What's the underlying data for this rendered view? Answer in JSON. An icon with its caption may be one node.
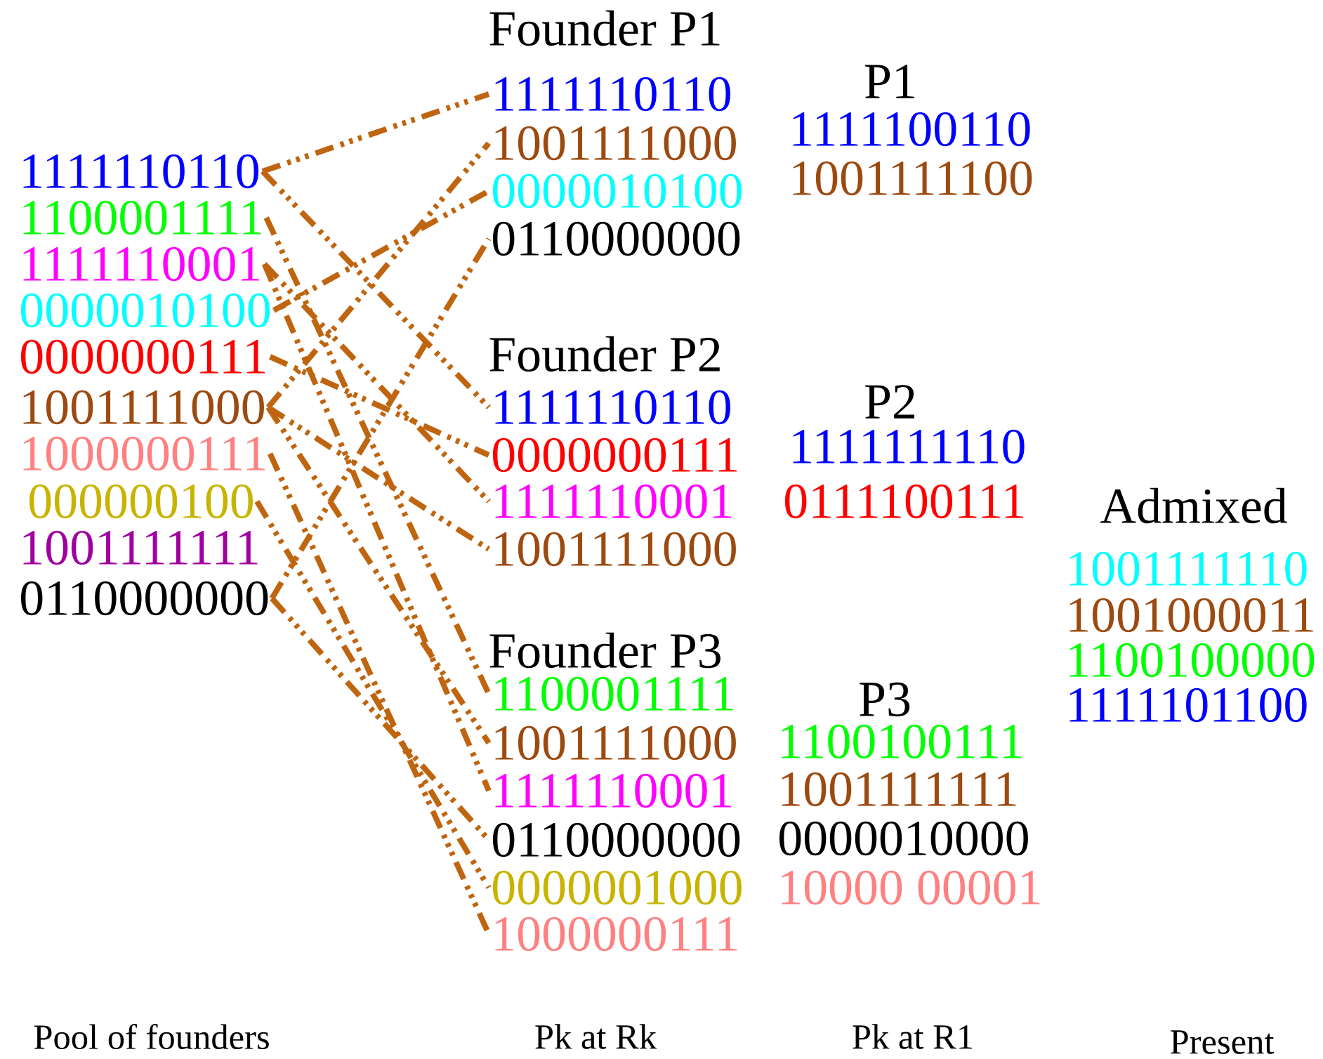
{
  "diagram": {
    "nodes": [
      {
        "text": [
          "1111110110"
        ]
      },
      {
        "text": [
          "1100001111"
        ]
      },
      {
        "text": [
          "1111110001"
        ]
      },
      {
        "text": [
          "0000010100"
        ]
      },
      {
        "text": [
          "0000000111"
        ]
      },
      {
        "text": [
          "1001111000"
        ]
      },
      {
        "text": [
          "1000000111"
        ]
      },
      {
        "text": [
          "000000100"
        ]
      },
      {
        "text": [
          "1001111111"
        ]
      },
      {
        "text": [
          "0110000000"
        ]
      },
      {
        "text": [
          "1111110110"
        ]
      },
      {
        "text": [
          "1001111000"
        ]
      },
      {
        "text": [
          "0000010100"
        ]
      },
      {
        "text": [
          "0110000000"
        ]
      },
      {
        "text": [
          "1111110110"
        ]
      },
      {
        "text": [
          "0000000111"
        ]
      },
      {
        "text": [
          "1111110001"
        ]
      },
      {
        "text": [
          "1001111000"
        ]
      },
      {
        "text": [
          "1100001111"
        ]
      },
      {
        "text": [
          "1001111000"
        ]
      },
      {
        "text": [
          "1111110001"
        ]
      },
      {
        "text": [
          "0110000000"
        ]
      },
      {
        "text": [
          "0000001000"
        ]
      },
      {
        "text": [
          "1000000111"
        ]
      }
    ],
    "edges": [
      {
        "from": 0,
        "to": 10,
        "arrow": "none"
      },
      {
        "from": 5,
        "to": 11,
        "arrow": "none"
      },
      {
        "from": 3,
        "to": 12,
        "arrow": "none"
      },
      {
        "from": 9,
        "to": 13,
        "arrow": "none"
      },
      {
        "from": 0,
        "to": 14,
        "arrow": "none"
      },
      {
        "from": 4,
        "to": 15,
        "arrow": "none"
      },
      {
        "from": 2,
        "to": 16,
        "arrow": "none"
      },
      {
        "from": 5,
        "to": 17,
        "arrow": "none"
      },
      {
        "from": 1,
        "to": 18,
        "arrow": "none"
      },
      {
        "from": 5,
        "to": 19,
        "arrow": "none"
      },
      {
        "from": 2,
        "to": 20,
        "arrow": "none"
      },
      {
        "from": 9,
        "to": 21,
        "arrow": "none"
      },
      {
        "from": 7,
        "to": 22,
        "arrow": "none"
      },
      {
        "from": 6,
        "to": 23,
        "arrow": "none"
      }
    ],
    "labels": [
      "Founder P1",
      "Founder P2",
      "Founder P3",
      "P1",
      "1111100110",
      "1001111100",
      "P2",
      "1111111110",
      "0111100111",
      "P3",
      "1100100111",
      "1001111111",
      "0000010000",
      "10000 00001",
      "Admixed",
      "1001111110",
      "1001000011",
      "1100100000",
      "1111101100",
      "Pool of founders",
      "Pk at Rk",
      "Pk at R1",
      "Present"
    ]
  }
}
